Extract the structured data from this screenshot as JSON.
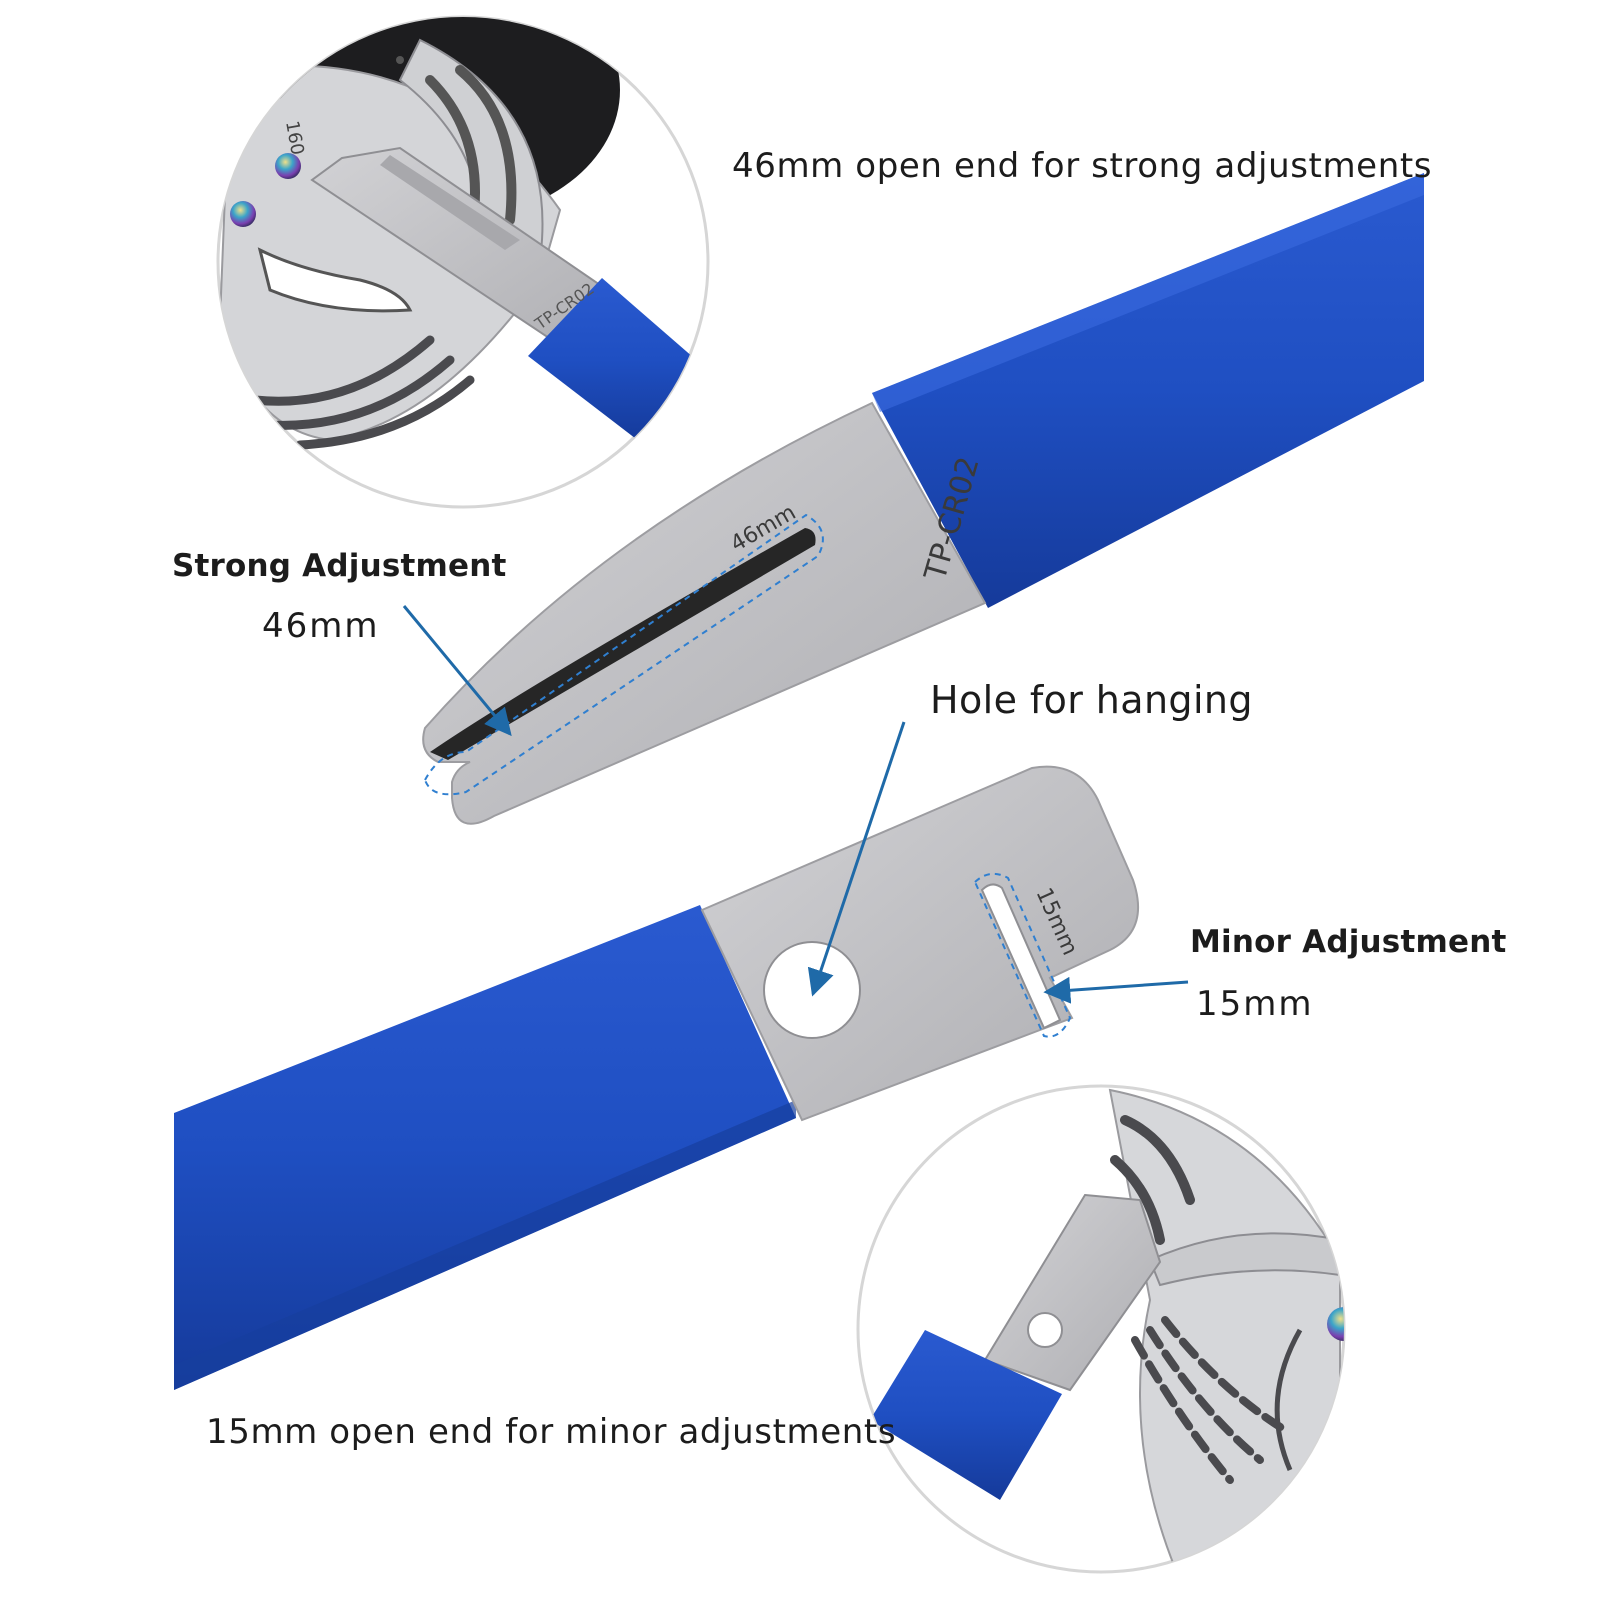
{
  "captions": {
    "top": "46mm open end for strong adjustments",
    "bottom": "15mm open end for minor adjustments"
  },
  "callouts": {
    "strong": {
      "title": "Strong Adjustment",
      "size": "46mm"
    },
    "hole": {
      "label": "Hole for hanging"
    },
    "minor": {
      "title": "Minor Adjustment",
      "size": "15mm"
    }
  },
  "tool": {
    "model_engraving": "TP-CR02",
    "slot_large_engraving": "46mm",
    "slot_small_engraving": "15mm",
    "rotor_size_engraving": "160"
  },
  "colors": {
    "handle_blue": "#1f4fc2",
    "steel": "#c3c3c6",
    "callout_line": "#1f6aa8",
    "text": "#1c1c1c"
  }
}
